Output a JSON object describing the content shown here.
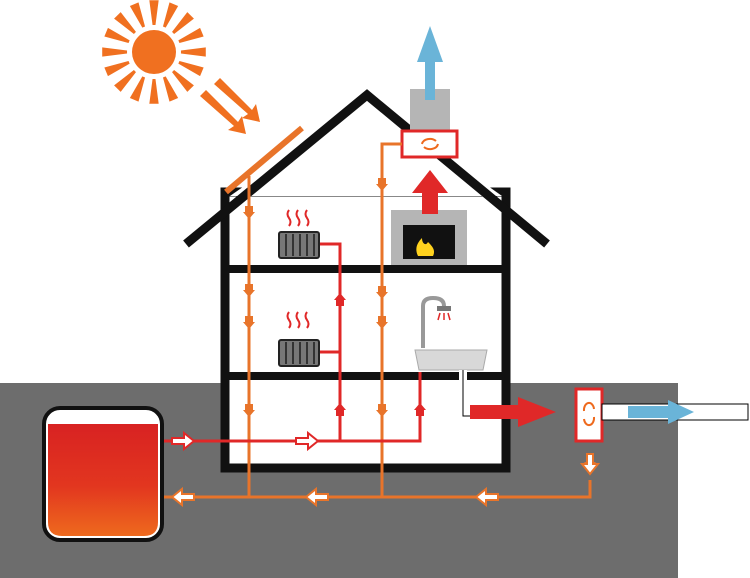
{
  "diagram": {
    "title": "",
    "text_labels": [],
    "components": {
      "sun": "sun-icon",
      "solar_collector": "solar-collector",
      "chimney": "chimney",
      "chimney_heat_exchanger": "heat-exchanger-icon",
      "fireplace": "fireplace",
      "radiators": [
        "radiator-upper",
        "radiator-lower"
      ],
      "sink": "sink-with-shower",
      "storage_tank": "hot-water-tank",
      "drain_heat_exchanger": "drain-heat-exchanger-icon"
    },
    "colors": {
      "sun": "#f07020",
      "solar_line": "#e8742a",
      "hot_line": "#e02828",
      "exhaust": "#6ab4d8",
      "ground": "#6d6d6d",
      "house_outline": "#111111",
      "tank_top": "#d82222",
      "tank_bottom": "#ee6a1e",
      "fire": "#ffd21e",
      "chimney": "#b5b5b5"
    }
  }
}
